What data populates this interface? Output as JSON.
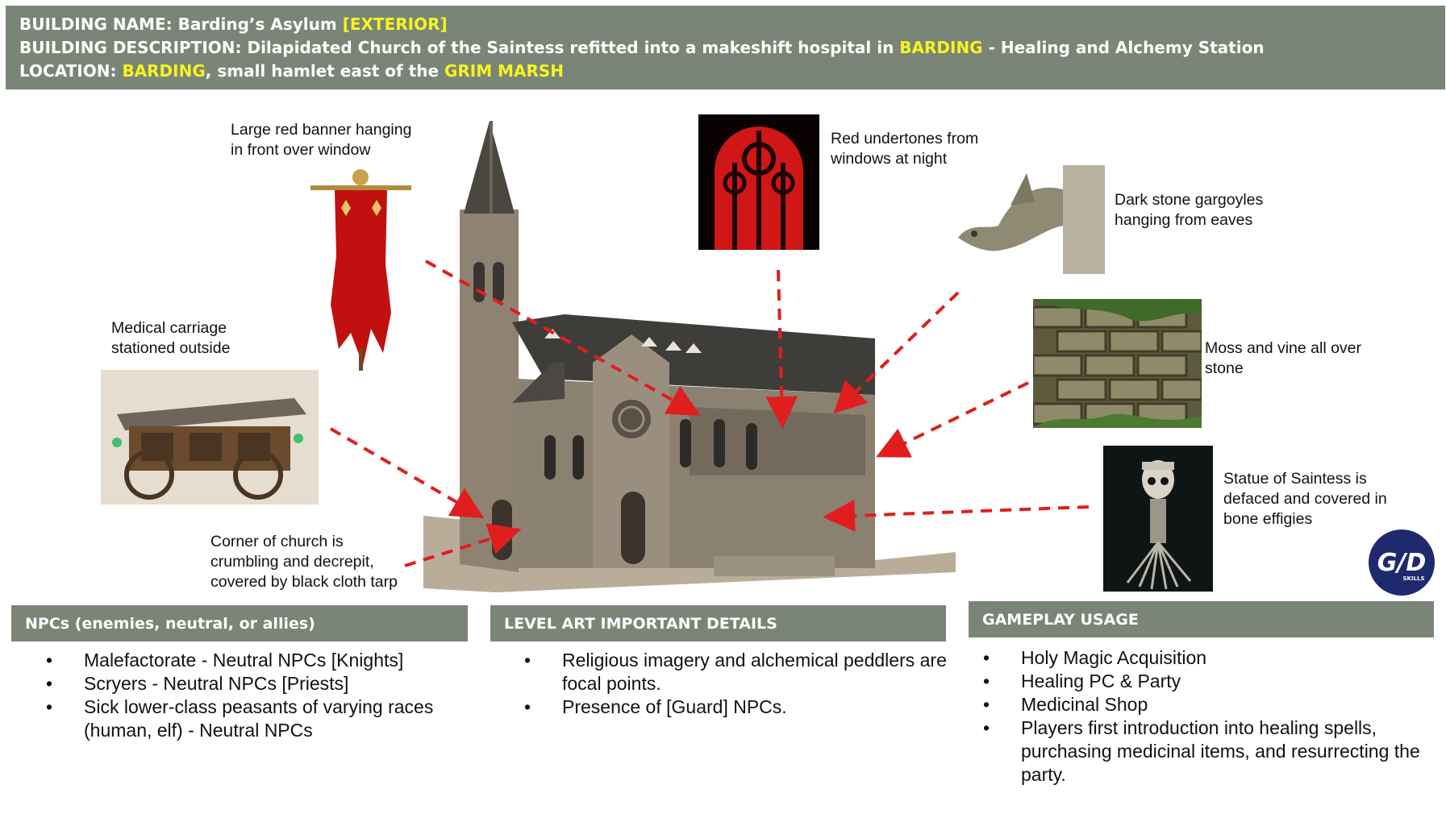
{
  "header": {
    "name_label": "BUILDING NAME:",
    "name_value": "Barding’s Asylum",
    "name_tag": "[EXTERIOR]",
    "desc_label": "BUILDING DESCRIPTION:",
    "desc_text": "Dilapidated Church of the Saintess refitted into a makeshift hospital in",
    "desc_place": "BARDING",
    "desc_suffix": "- Healing and Alchemy Station",
    "loc_label": "LOCATION:",
    "loc_place": "BARDING",
    "loc_text": ", small hamlet east of the",
    "loc_region": "GRIM MARSH"
  },
  "captions": {
    "banner": [
      "Large red banner hanging",
      "in front over window"
    ],
    "windows": [
      "Red undertones from",
      "windows at night"
    ],
    "gargoyle": [
      "Dark stone gargoyles",
      "hanging from eaves"
    ],
    "carriage": [
      "Medical carriage",
      "stationed outside"
    ],
    "moss": [
      "Moss and vine all over",
      "stone"
    ],
    "statue": [
      "Statue of Saintess is",
      "defaced and covered in",
      "bone effigies"
    ],
    "corner": [
      "Corner of church is",
      "crumbling and decrepit,",
      "covered by black cloth tarp"
    ]
  },
  "sections": {
    "npcs": {
      "title": "NPCs (enemies, neutral, or allies)",
      "items": [
        "Malefactorate - Neutral NPCs [Knights]",
        "Scryers - Neutral NPCs [Priests]",
        "Sick lower-class peasants of varying races (human, elf) - Neutral NPCs"
      ]
    },
    "level_art": {
      "title": "LEVEL ART IMPORTANT DETAILS",
      "items": [
        "Religious imagery and alchemical peddlers are focal points.",
        "Presence of [Guard] NPCs."
      ]
    },
    "gameplay": {
      "title": "GAMEPLAY USAGE",
      "items": [
        "Holy Magic Acquisition",
        "Healing PC & Party",
        "Medicinal Shop",
        "Players first introduction into healing spells, purchasing medicinal items, and resurrecting the party."
      ]
    }
  },
  "logo": {
    "sub": "SKILLS"
  },
  "colors": {
    "header_bg": "#7a8578",
    "highlight": "#f5f51e",
    "arrow": "#e01e1e",
    "logo": "#1f2a6e"
  }
}
